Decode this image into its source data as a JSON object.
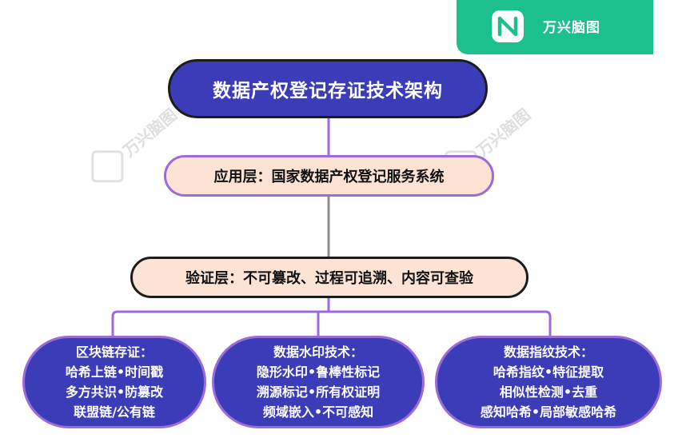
{
  "brand": {
    "name": "万兴脑图",
    "logo_icon": "wondershare-mindmaster-logo-icon",
    "color": "#1cc08c"
  },
  "watermark": {
    "text": "万兴脑图"
  },
  "diagram": {
    "title": "数据产权登记存证技术架构",
    "application_layer": "应用层：国家数据产权登记服务系统",
    "verification_layer": "验证层：不可篡改、过程可追溯、内容可查验",
    "branches": [
      {
        "heading": "区块链存证：",
        "items": [
          "哈希上链•时间戳",
          "多方共识•防篡改",
          "联盟链/公有链"
        ]
      },
      {
        "heading": "数据水印技术：",
        "items": [
          "隐形水印•鲁棒性标记",
          "溯源标记•所有权证明",
          "频域嵌入•不可感知"
        ]
      },
      {
        "heading": "数据指纹技术：",
        "items": [
          "哈希指纹•特征提取",
          "相似性检测•去重",
          "感知哈希•局部敏感哈希"
        ]
      }
    ],
    "colors": {
      "dark_node": "#3b3db8",
      "light_node": "#fce3d4",
      "connector": "#9b6bd8",
      "connector_gray": "#8c8c8c"
    }
  }
}
